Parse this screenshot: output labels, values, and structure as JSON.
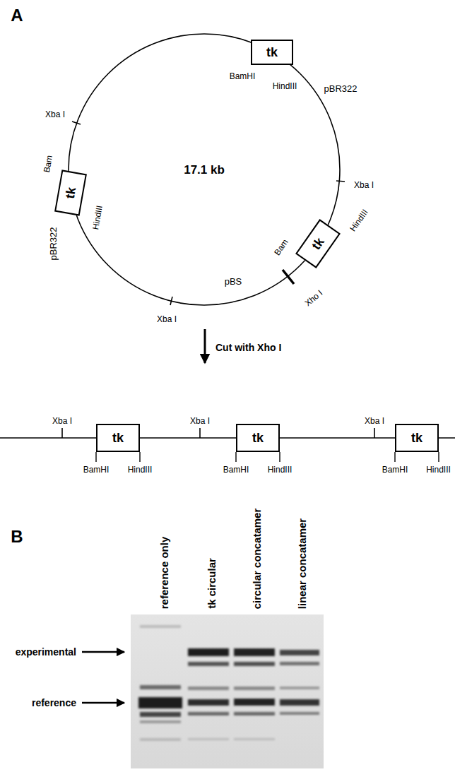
{
  "diagram": {
    "nodes": [
      {
        "text": [
          "tk"
        ]
      },
      {
        "text": [
          "tk"
        ]
      },
      {
        "text": [
          "tk"
        ]
      },
      {
        "text": [
          "tk"
        ]
      },
      {
        "text": [
          "tk"
        ]
      },
      {
        "text": [
          "tk"
        ]
      }
    ],
    "labels": [
      "A",
      "Xba I",
      "BamHI",
      "HindIII",
      "pBR322",
      "Xba I",
      "17.1 kb",
      "pBR322",
      "Bam",
      "HindIII",
      "HindIII",
      "Bam",
      "Xho I",
      "pBS",
      "Xba I",
      "Cut with Xho I",
      "Xba I",
      "BamHI",
      "HindIII",
      "Xba I",
      "BamHI",
      "HindIII",
      "Xba I",
      "BamHI",
      "HindIII",
      "B",
      "reference only",
      "tk circular",
      "circular concatamer",
      "linear concatamer",
      "experimental",
      "reference"
    ]
  }
}
